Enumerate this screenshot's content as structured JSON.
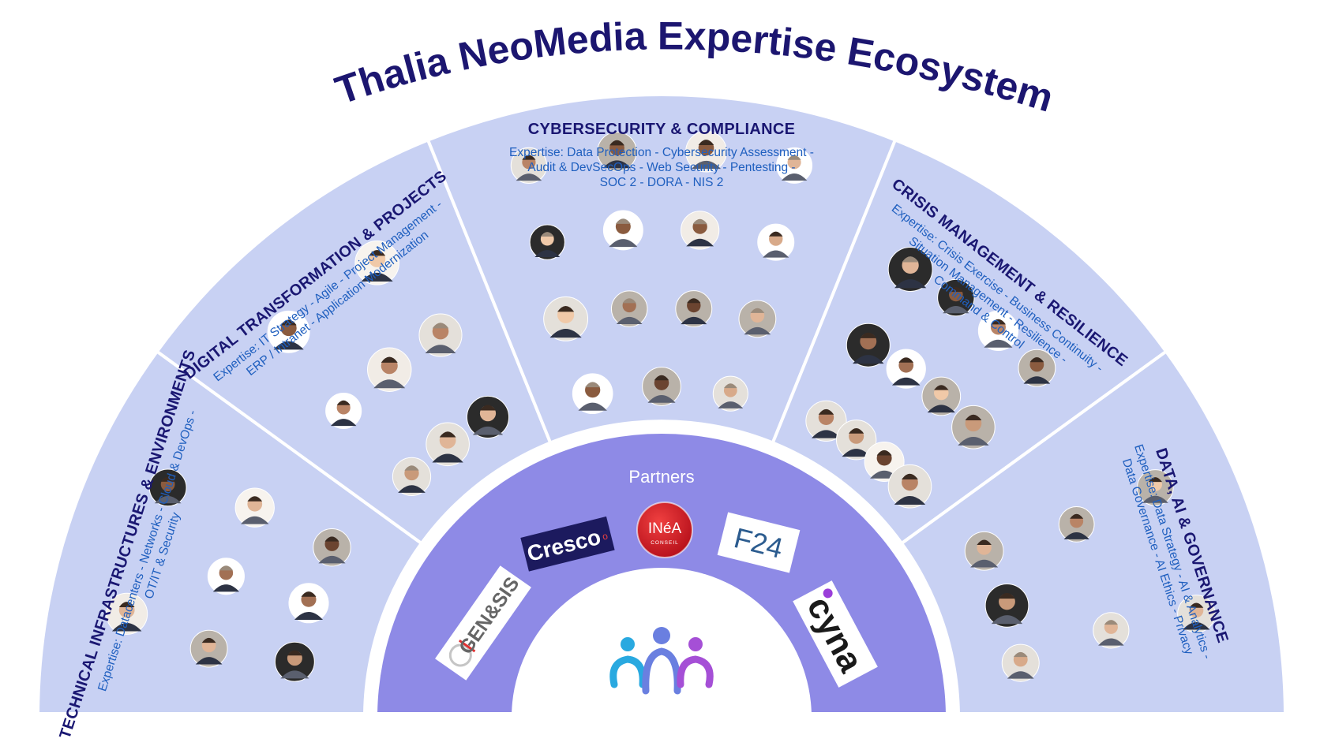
{
  "title": "Thalia NeoMedia Expertise Ecosystem",
  "colors": {
    "title": "#1c1670",
    "sector_fill": "#c8d1f3",
    "sector_title": "#1a1772",
    "expertise_text": "#1f5fbf",
    "partners_ring": "#8e8ae6",
    "divider": "#ffffff"
  },
  "sectors": [
    {
      "title": "TECHNICAL INFRASTRUCTURES & ENVIRONMENTS",
      "expertise_lines": [
        "Expertise: Datacenters - Networks - Cloud & DevOps -",
        "OT/IT & Security"
      ],
      "member_count": 8
    },
    {
      "title": "DIGITAL TRANSFORMATION & PROJECTS",
      "expertise_lines": [
        "Expertise: IT Strategy - Agile - Project Management -",
        "ERP / Intranet - Application Modernization"
      ],
      "member_count": 8
    },
    {
      "title": "CYBERSECURITY & COMPLIANCE",
      "expertise_lines": [
        "Expertise: Data Protection - Cybersecurity Assessment -",
        "Audit & DevSecOps - Web Security - Pentesting -",
        "SOC 2 - DORA - NIS 2"
      ],
      "member_count": 15
    },
    {
      "title": "CRISIS MANAGEMENT & RESILIENCE",
      "expertise_lines": [
        "Expertise: Crisis Exercise - Business Continuity -",
        "Situation Management - Resilience -",
        "Command & Control"
      ],
      "member_count": 12
    },
    {
      "title": "DATA, AI & GOVERNANCE",
      "expertise_lines": [
        "Expertise: Data Strategy - AI & Analytics -",
        "Data Governance - AI Ethics - Privacy"
      ],
      "member_count": 7
    }
  ],
  "partners": {
    "label": "Partners",
    "logos": [
      {
        "name": "GEN&SIS",
        "text": "GEN&SIS"
      },
      {
        "name": "Cresco",
        "text": "Cresco",
        "sup": "o"
      },
      {
        "name": "INÉA Conseil",
        "text": "INéA",
        "sub": "CONSEIL"
      },
      {
        "name": "F24",
        "text": "F24"
      },
      {
        "name": "cyna",
        "text": "cyna"
      }
    ]
  },
  "center_icon": "people-group-icon"
}
